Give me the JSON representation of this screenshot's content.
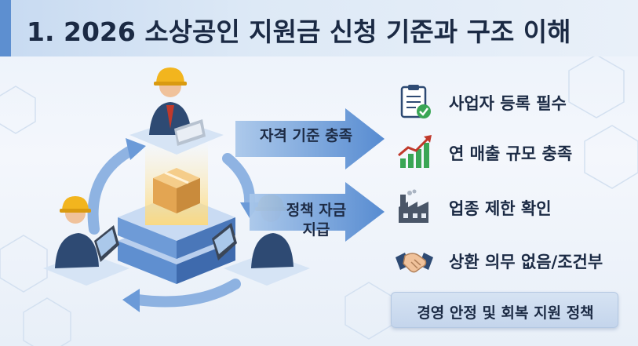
{
  "title": "1. 2026 소상공인 지원금 신청 기준과 구조 이해",
  "diagram": {
    "arrow_top_label": "자격 기준 충족",
    "arrow_bottom_line1": "정책 자금",
    "arrow_bottom_line2": "지급"
  },
  "criteria": [
    {
      "icon": "checklist-clipboard-icon",
      "label": "사업자 등록 필수"
    },
    {
      "icon": "rising-bar-chart-icon",
      "label": "연 매출 규모 충족"
    },
    {
      "icon": "factory-icon",
      "label": "업종 제한 확인"
    },
    {
      "icon": "handshake-icon",
      "label": "상환 의무 없음/조건부"
    }
  ],
  "footer": {
    "label": "경영 안정 및 회복 지원 정책"
  },
  "colors": {
    "accent": "#5d8fd0",
    "arrow": "#5f93d4",
    "hardhat": "#f2b51e",
    "suit": "#2e4a73",
    "box": "#e9b45c",
    "check_green": "#3aa655"
  }
}
